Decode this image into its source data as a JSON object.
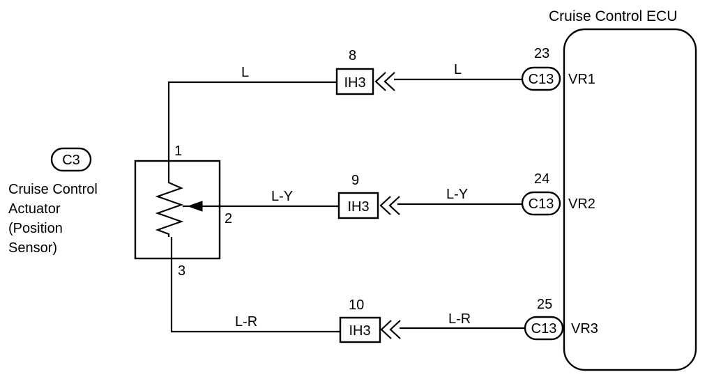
{
  "ecu": {
    "title": "Cruise Control ECU",
    "pins": [
      {
        "number": "23",
        "connector": "C13",
        "name": "VR1"
      },
      {
        "number": "24",
        "connector": "C13",
        "name": "VR2"
      },
      {
        "number": "25",
        "connector": "C13",
        "name": "VR3"
      }
    ]
  },
  "actuator": {
    "connector": "C3",
    "label_lines": [
      "Cruise Control",
      "Actuator",
      "(Position",
      "Sensor)"
    ],
    "pins": [
      "1",
      "2",
      "3"
    ]
  },
  "junctions": [
    {
      "number": "8",
      "label": "IH3"
    },
    {
      "number": "9",
      "label": "IH3"
    },
    {
      "number": "10",
      "label": "IH3"
    }
  ],
  "wires": [
    {
      "left_color": "L",
      "right_color": "L"
    },
    {
      "left_color": "L-Y",
      "right_color": "L-Y"
    },
    {
      "left_color": "L-R",
      "right_color": "L-R"
    }
  ]
}
